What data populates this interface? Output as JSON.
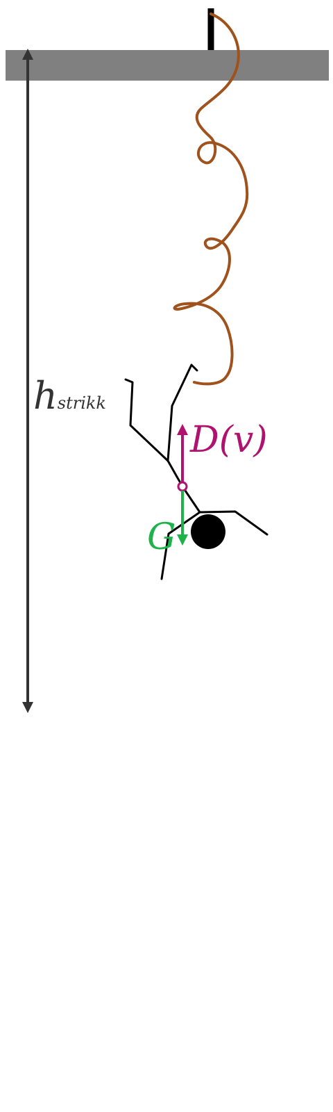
{
  "diagram": {
    "height_label": {
      "main": "h",
      "subscript": "strikk"
    },
    "drag_force_label": "D(v)",
    "gravity_label": "G"
  },
  "colors": {
    "platform": "#808080",
    "rope": "#a0521d",
    "figure": "#000000",
    "dimension_arrow": "#333333",
    "drag_force": "#b0126f",
    "gravity": "#1db34a",
    "label_text": "#333333"
  }
}
